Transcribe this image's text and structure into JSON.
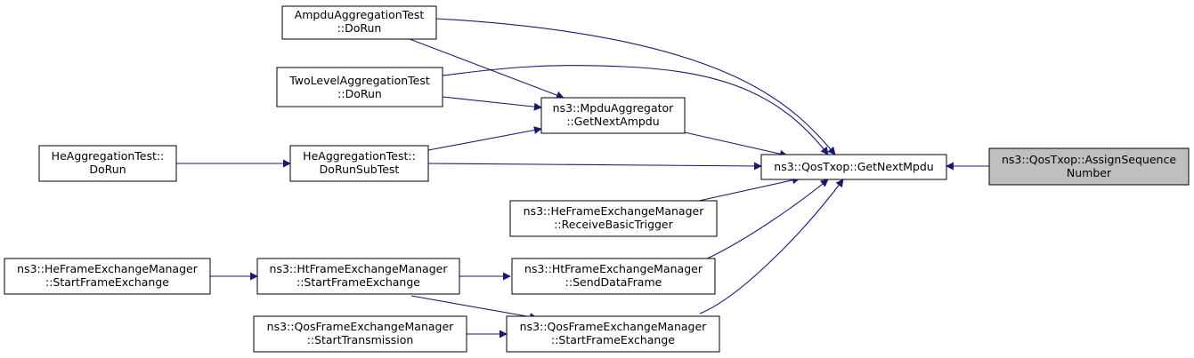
{
  "colors": {
    "edge": "#191970",
    "node_border": "#000000",
    "focus_fill": "#bfbfbf",
    "node_fill": "#ffffff"
  },
  "nodes": {
    "ampdu_test": {
      "line1": "AmpduAggregationTest",
      "line2": "::DoRun"
    },
    "twolevel_test": {
      "line1": "TwoLevelAggregationTest",
      "line2": "::DoRun"
    },
    "he_test_dorun": {
      "line1": "HeAggregationTest::",
      "line2": "DoRun"
    },
    "he_test_subtest": {
      "line1": "HeAggregationTest::",
      "line2": "DoRunSubTest"
    },
    "mpdu_aggregator": {
      "line1": "ns3::MpduAggregator",
      "line2": "::GetNextAmpdu"
    },
    "he_fem_trigger": {
      "line1": "ns3::HeFrameExchangeManager",
      "line2": "::ReceiveBasicTrigger"
    },
    "he_fem_start": {
      "line1": "ns3::HeFrameExchangeManager",
      "line2": "::StartFrameExchange"
    },
    "ht_fem_start": {
      "line1": "ns3::HtFrameExchangeManager",
      "line2": "::StartFrameExchange"
    },
    "ht_fem_send": {
      "line1": "ns3::HtFrameExchangeManager",
      "line2": "::SendDataFrame"
    },
    "qos_fem_tx": {
      "line1": "ns3::QosFrameExchangeManager",
      "line2": "::StartTransmission"
    },
    "qos_fem_start": {
      "line1": "ns3::QosFrameExchangeManager",
      "line2": "::StartFrameExchange"
    },
    "qos_txop_next": {
      "line1": "ns3::QosTxop::GetNextMpdu"
    },
    "qos_txop_assign": {
      "line1": "ns3::QosTxop::AssignSequence",
      "line2": "Number"
    }
  }
}
